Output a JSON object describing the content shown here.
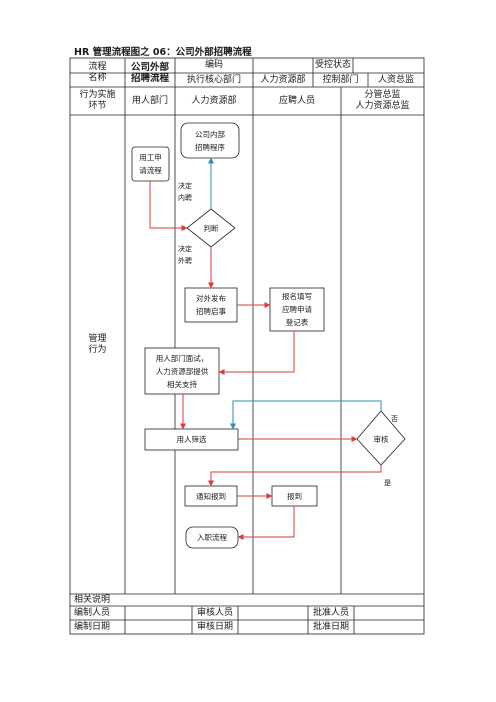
{
  "doc_title": "HR 管理流程图之 06：公司外部招聘流程",
  "header": {
    "process_name_label": "流程\n名称",
    "process_name_value": "公司外部\n招聘流程",
    "code_label": "编码",
    "control_status_label": "受控状态",
    "exec_dept": "执行核心部门",
    "hr_dept": "人力资源部",
    "control_dept": "控制部门",
    "hr_director": "人资总监",
    "stage_label": "行为实施\n环节",
    "lanes": [
      "用人部门",
      "人力资源部",
      "应聘人员",
      "分管总监\n人力资源总监"
    ]
  },
  "body": {
    "section_label": "管理\n行为"
  },
  "flow": {
    "hire_request": "用工申\n请流程",
    "internal_process": "公司内部\n招聘程序",
    "decide_internal": "决定\n内聘",
    "judge": "判断",
    "decide_external": "决定\n外聘",
    "post_ad": "对外发布\n招聘启事",
    "fill_form": "报名填写\n应聘申请\n登记表",
    "interview": "用人部门面试，\n人力资源部提供\n相关支持",
    "screen": "用人筛选",
    "review": "审核",
    "no": "否",
    "yes": "是",
    "notify": "通知报到",
    "report": "报到",
    "onboard": "入职流程"
  },
  "footer": {
    "notes_label": "相关说明",
    "prepared_by": "编制人员",
    "reviewed_by": "审核人员",
    "approved_by": "批准人员",
    "prepared_date": "编制日期",
    "reviewed_date": "审核日期",
    "approved_date": "批准日期"
  },
  "colors": {
    "red_arrow": "#e03a3a",
    "blue_arrow": "#2b8db8",
    "grid_line": "#222222"
  }
}
